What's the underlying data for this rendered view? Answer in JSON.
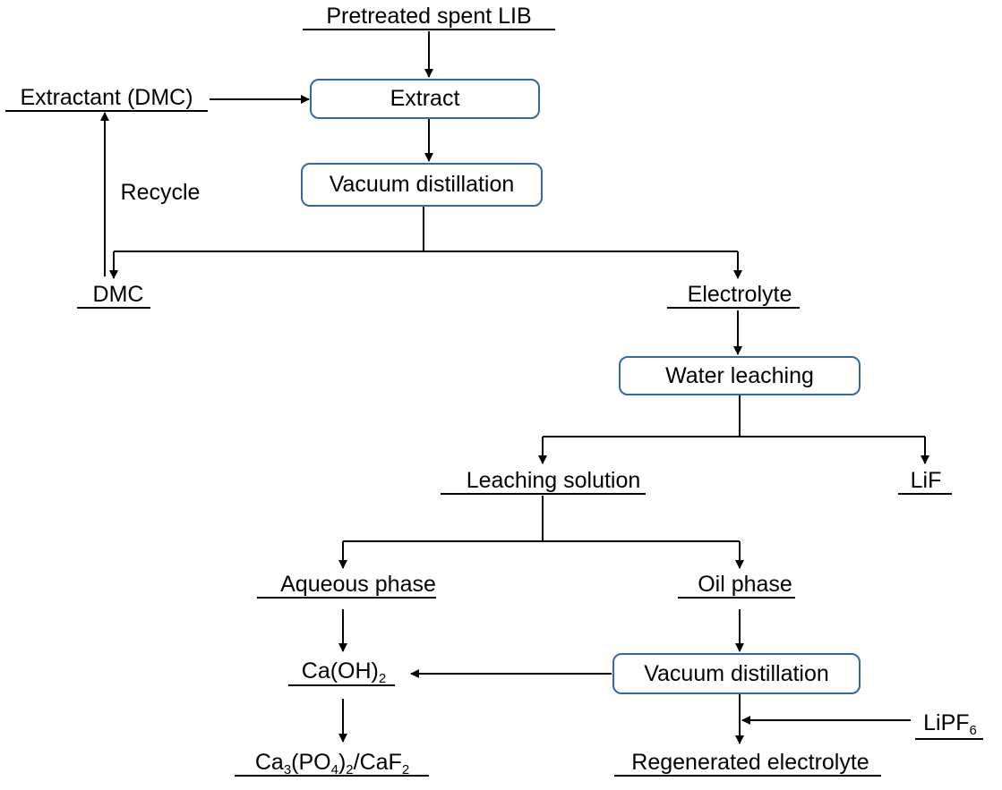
{
  "nodes": {
    "pretreated": "Pretreated spent LIB",
    "extractant": "Extractant (DMC)",
    "extract": "Extract",
    "vacuum1": "Vacuum distillation",
    "recycle": "Recycle",
    "dmc": "DMC",
    "electrolyte": "Electrolyte",
    "water_leaching": "Water leaching",
    "leaching_solution": "Leaching solution",
    "lif": "LiF",
    "aqueous_phase": "Aqueous phase",
    "oil_phase": "Oil phase",
    "vacuum2": "Vacuum distillation",
    "regenerated": "Regenerated electrolyte"
  },
  "formulas": {
    "caoh2": {
      "a": "Ca(OH)",
      "b": "2"
    },
    "lipf6": {
      "a": "LiPF",
      "b": "6"
    },
    "product": {
      "a": "Ca",
      "b": "3",
      "c": "(PO",
      "d": "4",
      "e": ")",
      "f": "2",
      "g": "/CaF",
      "h": "2"
    }
  },
  "colors": {
    "box_border": "#3566a6",
    "line": "#000000"
  }
}
